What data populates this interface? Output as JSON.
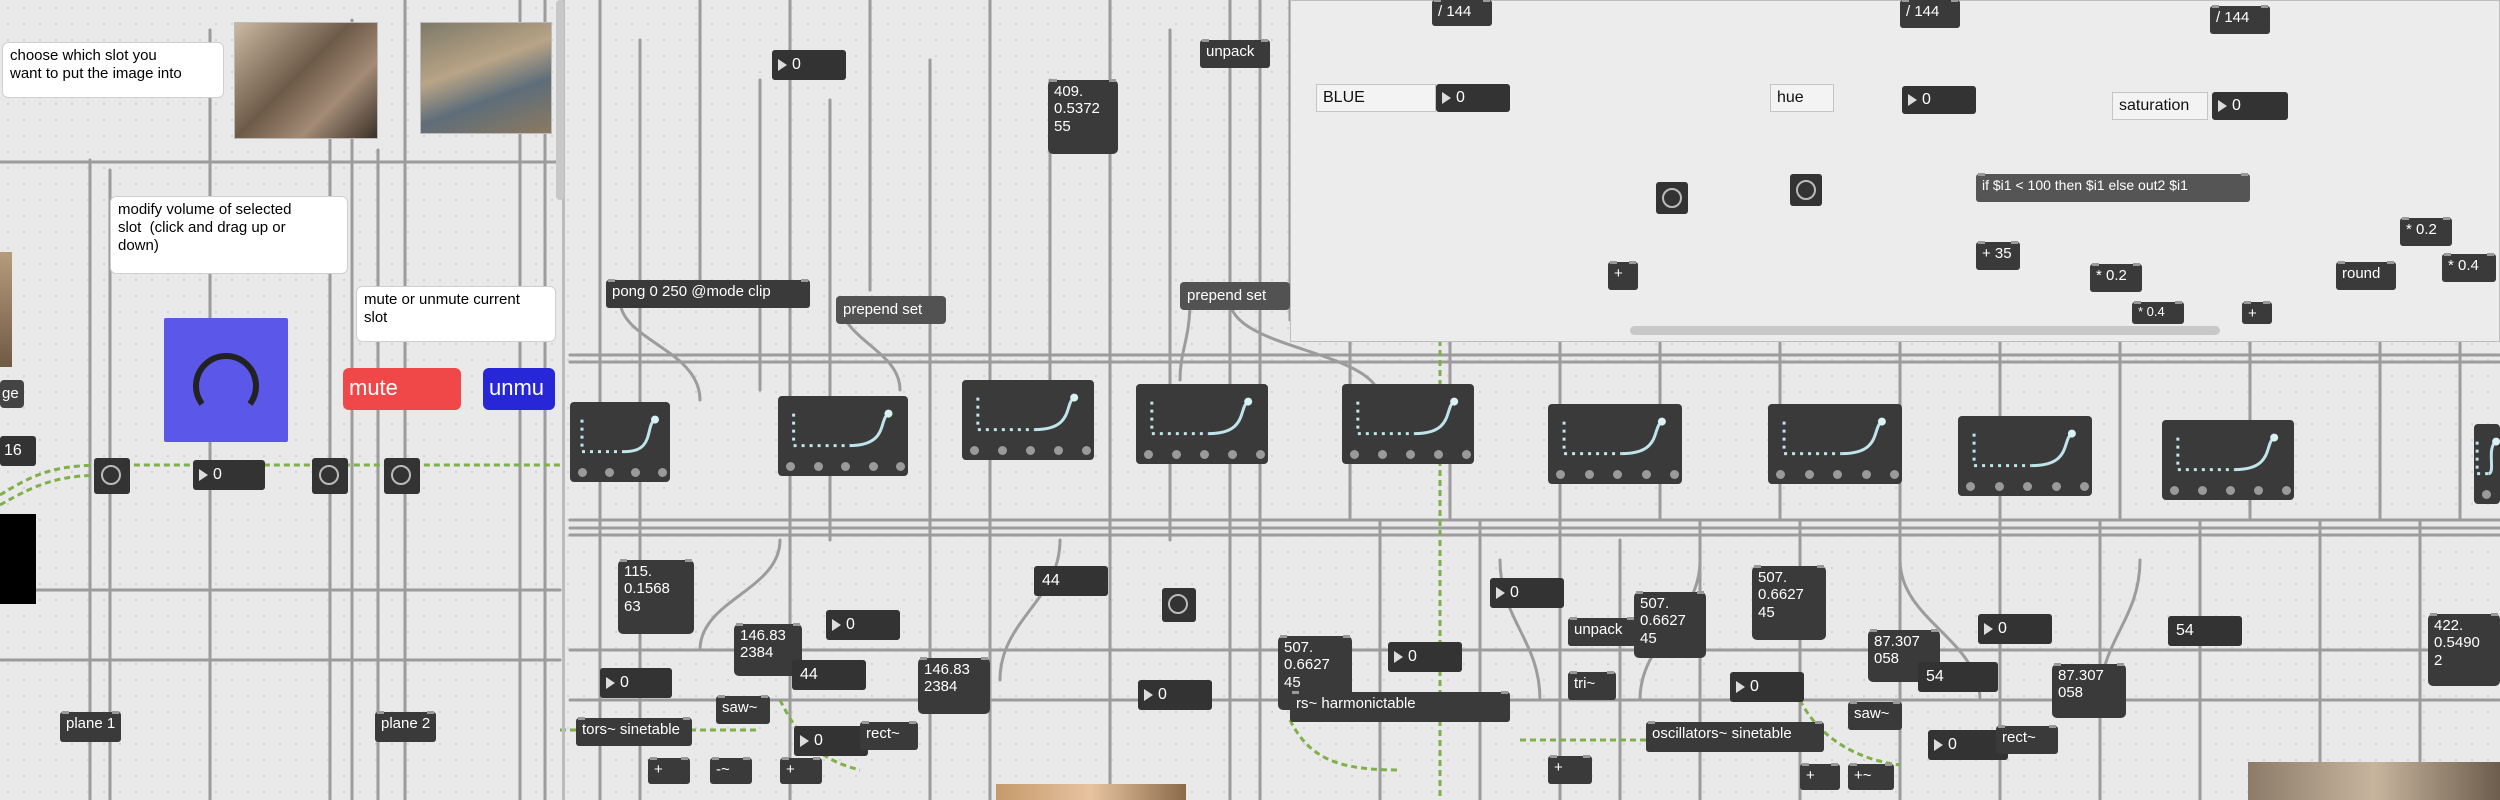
{
  "left_panel": {
    "comment_slot": "choose which slot you\nwant to put the image into",
    "comment_volume": "modify volume of selected\nslot  (click and drag up or\ndown)",
    "comment_mute": "mute or unmute current\nslot",
    "mute_label": "mute",
    "unmute_label": "unmu",
    "left_edge_label": "ge",
    "left_edge_number": "16",
    "num_left": "0",
    "plane1": "plane 1",
    "plane2": "plane 2",
    "sinetable_fragment": "tors~ sinetable",
    "num_bottom_left": "0"
  },
  "color_panel": {
    "div_labels": [
      "/ 144",
      "/ 144",
      "/ 144"
    ],
    "blue_label": "BLUE",
    "blue_value": "0",
    "hue_label": "hue",
    "hue_value": "0",
    "saturation_label": "saturation",
    "saturation_value": "0",
    "expr_text": "if $i1 < 100 then $i1 else out2 $i1",
    "plus_35": "+ 35",
    "plus": "+",
    "mul_02a": "* 0.2",
    "mul_02b": "* 0.2",
    "mul_04a": "* 0.4",
    "mul_04b": "* 0.4",
    "round_label": "round",
    "plus2": "+"
  },
  "top_middle": {
    "num_0": "0",
    "unpack": "unpack",
    "display_values": "409.\n0.5372\n55",
    "pong": "pong 0 250 @mode clip",
    "prepend1": "prepend set",
    "prepend2": "prepend set"
  },
  "lower": {
    "disp1": "115.\n0.1568\n63",
    "disp2": "146.83\n2384",
    "disp3": "146.83\n2384",
    "num_44a": "44",
    "num_44b": "44",
    "num_0a": "0",
    "num_0b": "0",
    "num_0c": "0",
    "num_0d": "0",
    "num_0e": "0",
    "num_0f": "0",
    "num_0g": "0",
    "disp4": "507.\n0.6627\n45",
    "disp5": "507.\n0.6627\n45",
    "disp6": "507.\n0.6627\n45",
    "unpack2": "unpack",
    "harmonictable": "rs~ harmonictable",
    "disp7": "87.307\n058",
    "disp8": "87.307\n058",
    "num_54a": "54",
    "num_54b": "54",
    "tri": "tri~",
    "saw1": "saw~",
    "saw2": "saw~",
    "rect1": "rect~",
    "rect2": "rect~",
    "osc_sinetable": "oscillators~ sinetable",
    "disp9": "422.\n0.5490\n2",
    "plus": "+",
    "minus": "-~",
    "plus_tilde": "+~"
  }
}
